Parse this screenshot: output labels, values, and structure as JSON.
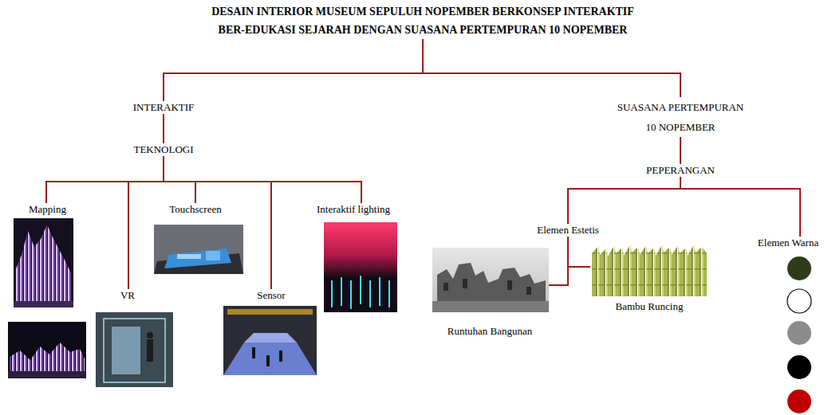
{
  "diagram": {
    "nodes": [
      {
        "text": [
          "DESAIN INTERIOR MUSEUM SEPULUH NOPEMBER BERKONSEP INTERAKTIF BER-EDUKASI SEJARAH DENGAN SUASANA PERTEMPURAN 10 NOPEMBER"
        ]
      },
      {
        "text": [
          "INTERAKTIF"
        ]
      },
      {
        "text": [
          "TEKNOLOGI"
        ]
      },
      {
        "text": [
          "Mapping"
        ]
      },
      {
        "text": [
          "VR"
        ]
      },
      {
        "text": [
          "Touchscreen"
        ]
      },
      {
        "text": [
          "Sensor"
        ]
      },
      {
        "text": [
          "Interaktif lighting"
        ]
      },
      {
        "text": [
          "SUASANA PERTEMPURAN 10 NOPEMBER"
        ]
      },
      {
        "text": [
          "PEPERANGAN"
        ]
      },
      {
        "text": [
          "Elemen Estetis"
        ]
      },
      {
        "text": [
          "Runtuhan Bangunan"
        ]
      },
      {
        "text": [
          "Bambu Runcing"
        ]
      },
      {
        "text": [
          "Elemen Warna"
        ]
      }
    ],
    "edges": [
      {
        "from": 0,
        "to": 1,
        "arrow": "none"
      },
      {
        "from": 0,
        "to": 8,
        "arrow": "none"
      },
      {
        "from": 1,
        "to": 2,
        "arrow": "none"
      },
      {
        "from": 2,
        "to": 3,
        "arrow": "none"
      },
      {
        "from": 2,
        "to": 4,
        "arrow": "none"
      },
      {
        "from": 2,
        "to": 5,
        "arrow": "none"
      },
      {
        "from": 2,
        "to": 6,
        "arrow": "none"
      },
      {
        "from": 2,
        "to": 7,
        "arrow": "none"
      },
      {
        "from": 8,
        "to": 9,
        "arrow": "none"
      },
      {
        "from": 9,
        "to": 10,
        "arrow": "none"
      },
      {
        "from": 9,
        "to": 13,
        "arrow": "none"
      },
      {
        "from": 10,
        "to": 11,
        "arrow": "none"
      },
      {
        "from": 10,
        "to": 12,
        "arrow": "none"
      }
    ]
  }
}
